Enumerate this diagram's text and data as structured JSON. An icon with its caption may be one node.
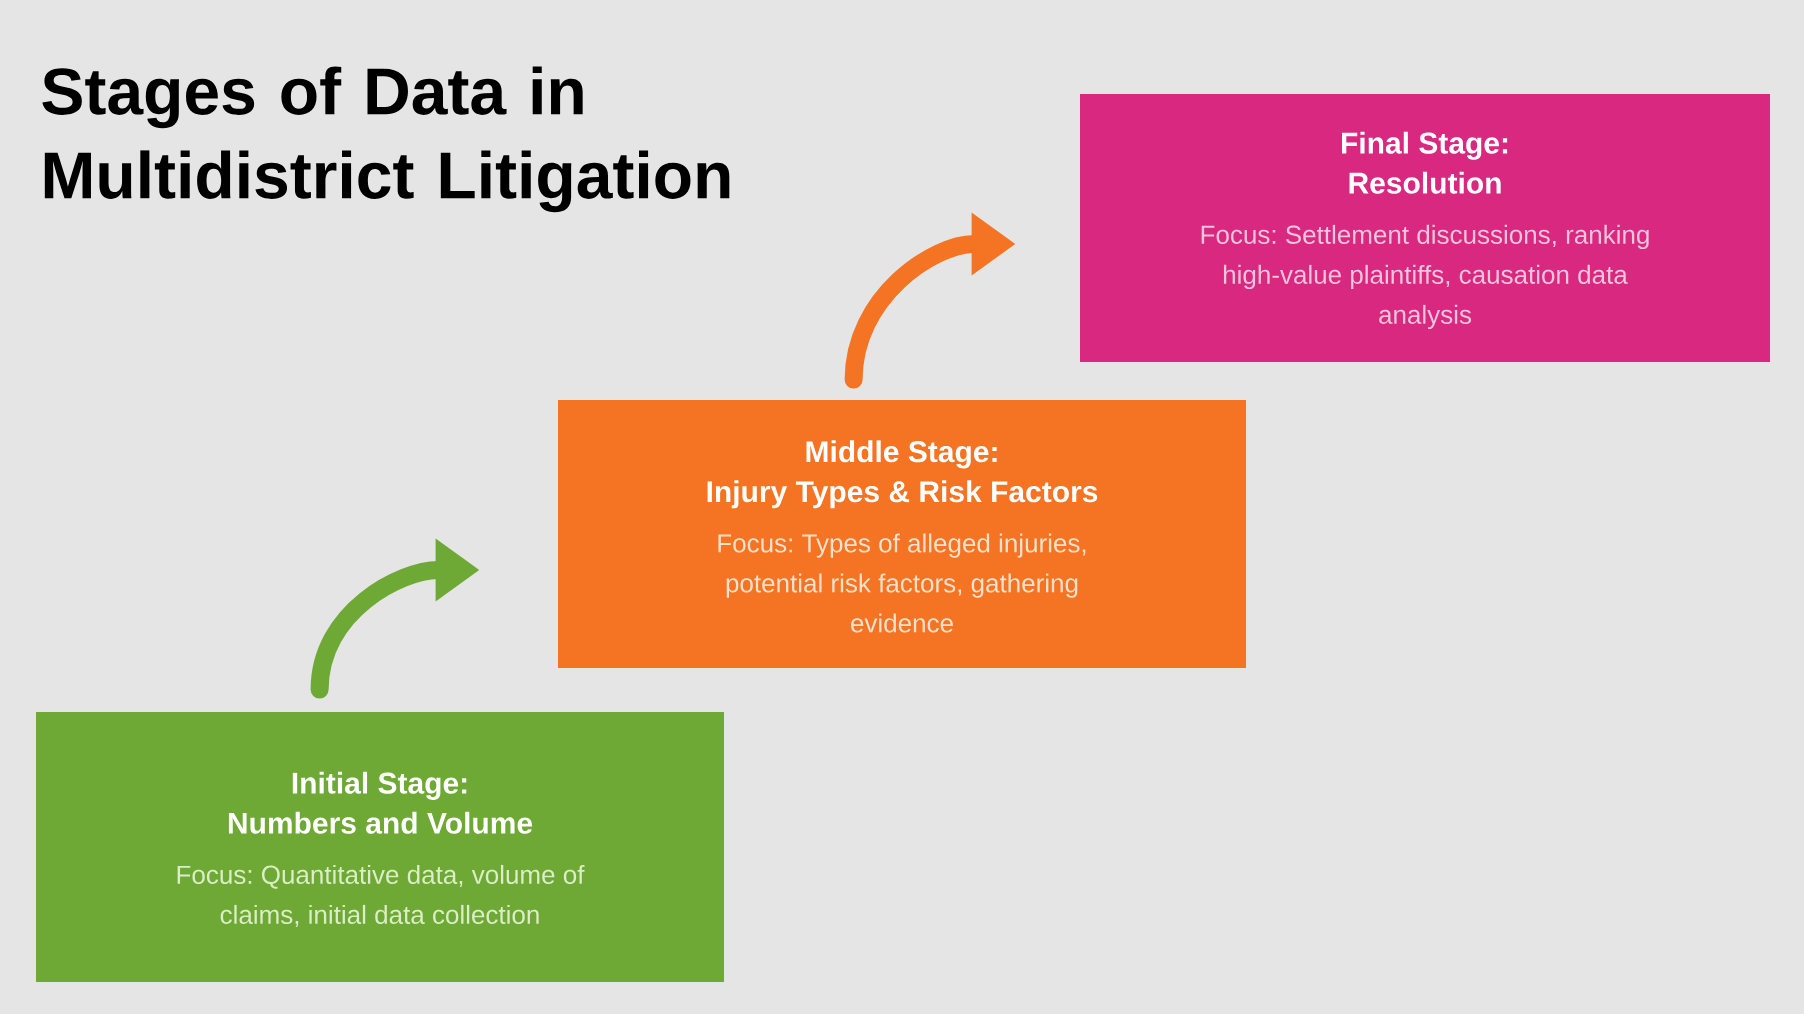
{
  "diagram": {
    "title": "Stages of Data in Multidistrict Litigation",
    "nodes": [
      {
        "text": [
          "Initial Stage:",
          "Numbers and Volume",
          "Focus: Quantitative data, volume of claims, initial data collection"
        ]
      },
      {
        "text": [
          "Middle Stage:",
          "Injury Types & Risk Factors",
          "Focus: Types of alleged injuries, potential risk factors, gathering evidence"
        ]
      },
      {
        "text": [
          "Final Stage:",
          "Resolution",
          "Focus: Settlement discussions, ranking high-value plaintiffs, causation data analysis"
        ]
      }
    ],
    "edges": [
      {
        "from": 0,
        "to": 1,
        "arrow": "to",
        "color": "#6ea935"
      },
      {
        "from": 1,
        "to": 2,
        "arrow": "to",
        "color": "#f47423"
      }
    ]
  }
}
